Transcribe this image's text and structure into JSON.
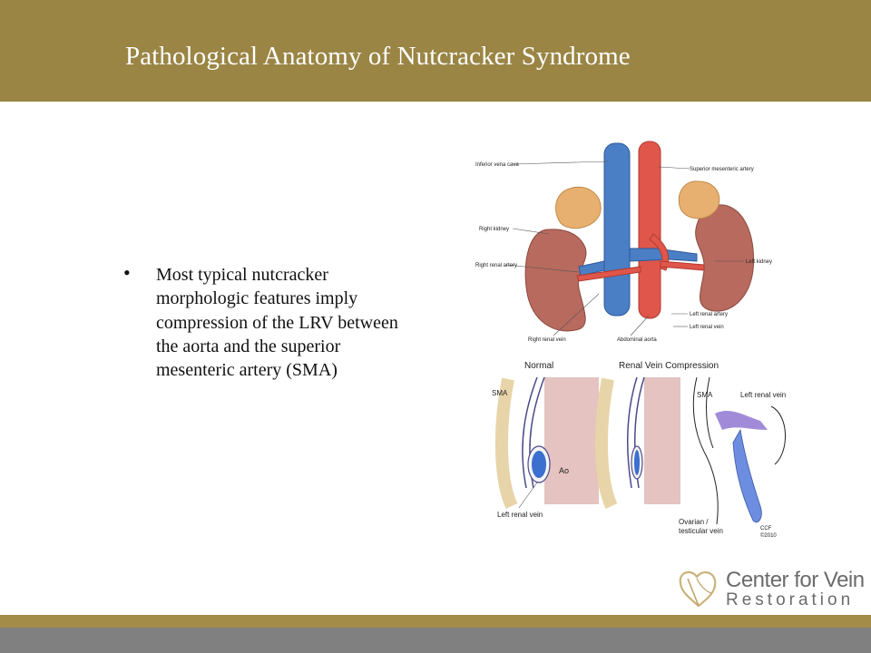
{
  "slide": {
    "title": "Pathological Anatomy of Nutcracker Syndrome",
    "bullet": "Most typical nutcracker morphologic features imply compression of the LRV between the aorta and the superior mesenteric artery (SMA)"
  },
  "figure_top_labels": {
    "ivc": "Inferior vena cava",
    "sma": "Superior mesenteric artery",
    "right_kidney": "Right kidney",
    "right_renal_artery": "Right renal artery",
    "left_kidney": "Left kidney",
    "left_renal_artery": "Left renal artery",
    "left_renal_vein": "Left renal vein",
    "right_renal_vein": "Right renal vein",
    "abdominal_aorta": "Abdominal aorta"
  },
  "figure_bottom_labels": {
    "normal": "Normal",
    "compression": "Renal Vein Compression",
    "sma_a": "SMA",
    "sma_b": "SMA",
    "left_renal_vein_a": "Left renal vein",
    "left_renal_vein_b": "Left renal vein",
    "ao": "Ao",
    "ovarian_1": "Ovarian /",
    "ovarian_2": "testicular vein",
    "ccf_1": "CCF",
    "ccf_2": "©2010"
  },
  "logo": {
    "line1": "Center for Vein",
    "line2": "Restoration"
  },
  "colors": {
    "header": "#9a8545",
    "footer_band": "#a28c48",
    "footer_grey": "#808080",
    "vein_blue": "#4a7fc6",
    "artery_red": "#e0564a",
    "kidney": "#b86a5e",
    "adrenal": "#e8b070"
  }
}
